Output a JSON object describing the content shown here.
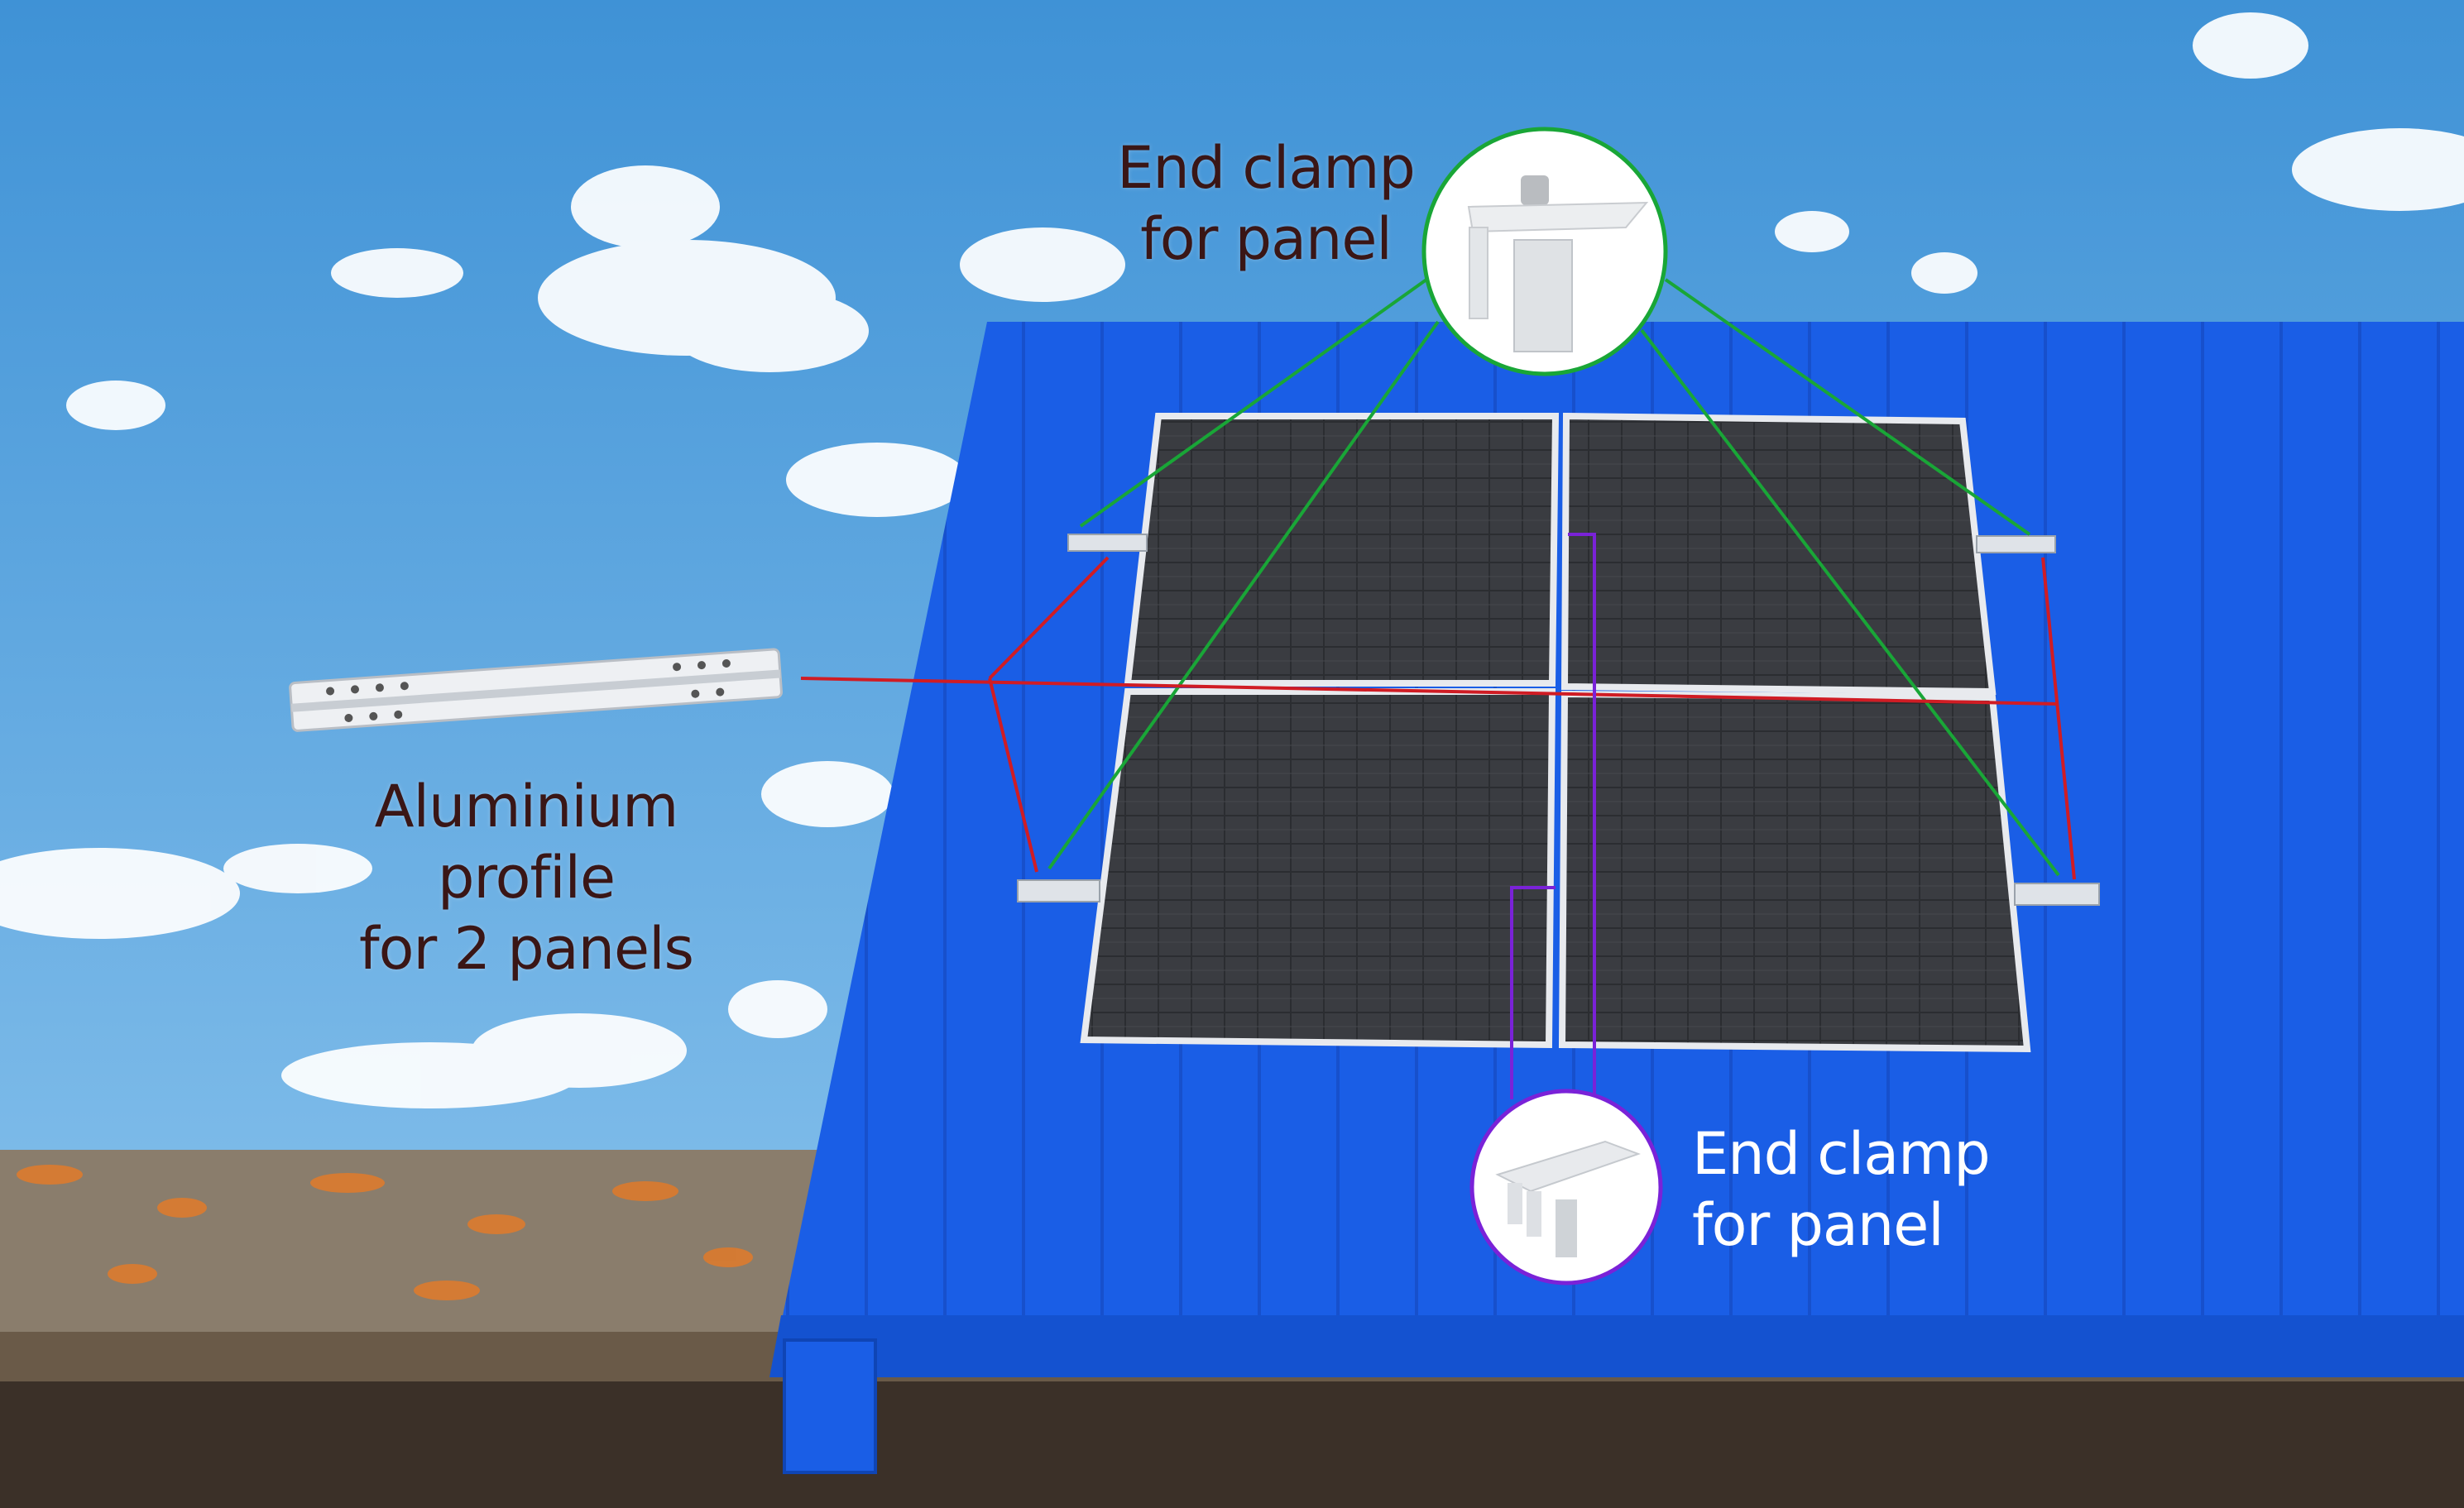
{
  "labels": {
    "top_clamp": {
      "line1": "End clamp",
      "line2": "for panel"
    },
    "profile": {
      "line1": "Aluminium profile",
      "line2": "for 2 panels"
    },
    "bottom_clamp": {
      "line1": "End clamp",
      "line2": "for panel"
    }
  },
  "colors": {
    "sky_top": "#4a9ad8",
    "sky_bottom": "#8cc4ec",
    "roof": "#1a5ee6",
    "green_leader": "#19a637",
    "red_leader": "#d01c24",
    "purple_leader": "#7a22d8",
    "label_dark": "#3a1616",
    "label_light": "#ffffff"
  },
  "icons": [
    "end-clamp-image",
    "mid-clamp-image",
    "aluminium-profile-image"
  ]
}
